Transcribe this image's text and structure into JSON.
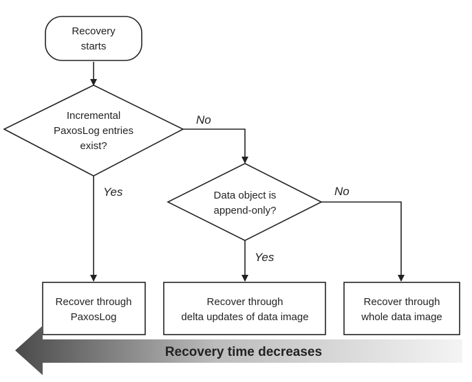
{
  "colors": {
    "stroke": "#222222",
    "background": "#ffffff",
    "arrow_dark": "#4a4a4a",
    "arrow_light": "#f4f4f4"
  },
  "nodes": {
    "start": {
      "line1": "Recovery",
      "line2": "starts"
    },
    "decision_paxos": {
      "line1": "Incremental",
      "line2": "PaxosLog entries",
      "line3": "exist?"
    },
    "decision_append": {
      "line1": "Data object is",
      "line2": "append-only?"
    },
    "recover_paxoslog": {
      "line1": "Recover through",
      "line2": "PaxosLog"
    },
    "recover_delta": {
      "line1": "Recover through",
      "line2": "delta updates of data image"
    },
    "recover_whole": {
      "line1": "Recover through",
      "line2": "whole data image"
    }
  },
  "branches": {
    "paxos_no": "No",
    "paxos_yes": "Yes",
    "append_no": "No",
    "append_yes": "Yes"
  },
  "banner": {
    "label": "Recovery time decreases",
    "direction": "left"
  }
}
